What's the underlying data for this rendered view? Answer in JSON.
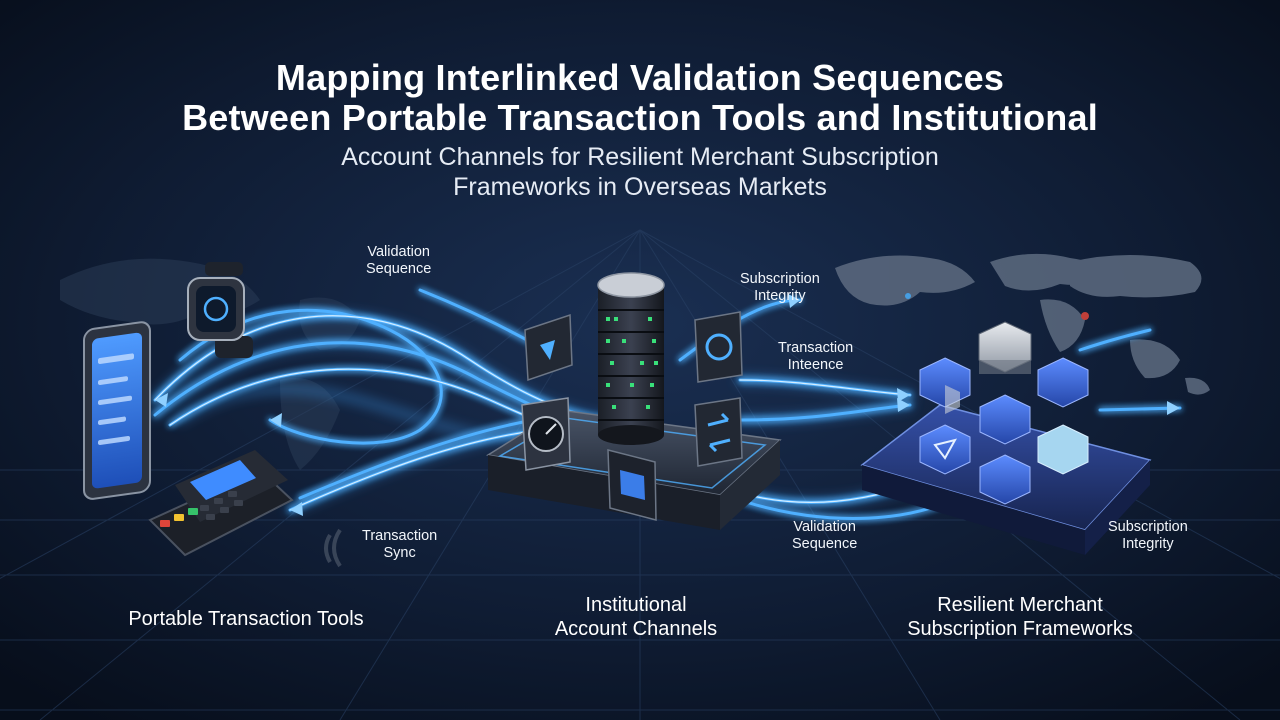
{
  "title": {
    "line1": "Mapping Interlinked Validation Sequences",
    "line2": "Between Portable Transaction Tools and Institutional"
  },
  "subtitle": {
    "line1": "Account Channels for Resilient Merchant Subscription",
    "line2": "Frameworks in Overseas Markets"
  },
  "flow_labels": {
    "validation_sequence_top": [
      "Validation",
      "Sequence"
    ],
    "subscription_integrity_top": [
      "Subscription",
      "Integrity"
    ],
    "transaction_inteence": [
      "Transaction",
      "Inteence"
    ],
    "transaction_sync": [
      "Transaction",
      "Sync"
    ],
    "validation_sequence_bottom": [
      "Validation",
      "Sequence"
    ],
    "subscription_integrity_bottom": [
      "Subscription",
      "Integrity"
    ]
  },
  "sections": {
    "portable_tools": "Portable Transaction Tools",
    "institutional": [
      "Institutional",
      "Account Channels"
    ],
    "merchant": [
      "Resilient Merchant",
      "Subscription Frameworks"
    ]
  },
  "colors": {
    "background": "#0b1526",
    "flow_glow": "#3fa6ff",
    "flow_core": "#d8f0ff",
    "hex_blue": "#3a6fd8",
    "hex_silver": "#c9ced6",
    "map_land": "#5d6b80",
    "accent_red": "#e0453a"
  },
  "icons": [
    "smartphone-icon",
    "smartwatch-icon",
    "card-terminal-icon",
    "database-server-icon",
    "world-map-icon",
    "hexagon-cluster-icon",
    "contactless-icon"
  ]
}
